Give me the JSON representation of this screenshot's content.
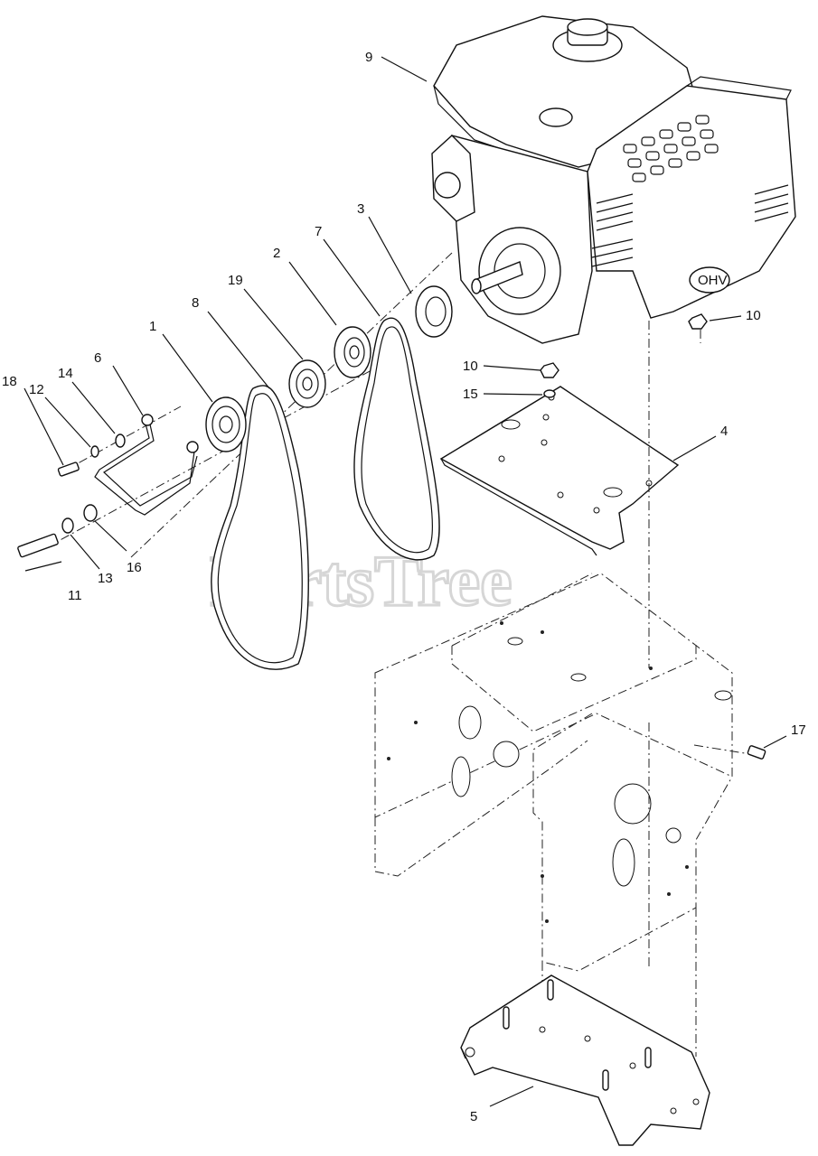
{
  "watermark": "PartsTree",
  "callouts": {
    "c1": "1",
    "c2": "2",
    "c3": "3",
    "c4": "4",
    "c5": "5",
    "c6": "6",
    "c7": "7",
    "c8": "8",
    "c9": "9",
    "c10a": "10",
    "c10b": "10",
    "c11": "11",
    "c12": "12",
    "c13": "13",
    "c14": "14",
    "c15": "15",
    "c16": "16",
    "c17": "17",
    "c18": "18",
    "c19": "19"
  },
  "engine_badge": "OHV"
}
